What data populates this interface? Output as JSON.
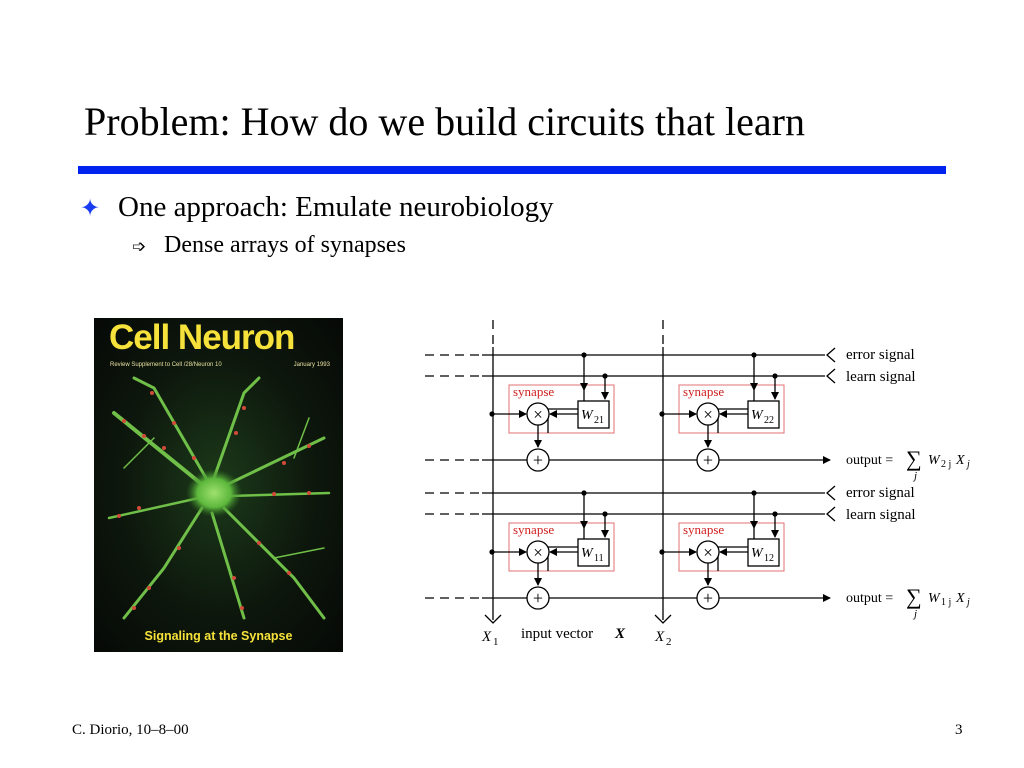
{
  "slide": {
    "title": "Problem: How do we build circuits that learn",
    "bullets": [
      {
        "text": "One approach: Emulate neurobiology",
        "sub": [
          {
            "text": "Dense arrays of synapses"
          }
        ]
      }
    ],
    "footer_left": "C. Diorio, 10–8–00",
    "page_number": "3"
  },
  "colors": {
    "rule": "#0022ee",
    "bullet": "#1a3cf0",
    "synapse_box": "#e03030",
    "cover_title": "#f6e23a"
  },
  "cover": {
    "title": "Cell  Neuron",
    "subtitle_left": "Review Supplement to Cell /28/Neuron 10",
    "subtitle_right": "January 1993",
    "footer": "Signaling at the Synapse"
  },
  "diagram": {
    "synapse_label": "synapse",
    "weights": [
      {
        "main": "W",
        "sub": "21"
      },
      {
        "main": "W",
        "sub": "22"
      },
      {
        "main": "W",
        "sub": "11"
      },
      {
        "main": "W",
        "sub": "12"
      }
    ],
    "multiply_symbol": "×",
    "add_symbol": "+",
    "error_signal_label": "error signal",
    "learn_signal_label": "learn signal",
    "outputs": [
      {
        "prefix": "output =",
        "sum": "∑",
        "index": "j",
        "weight": "W",
        "weight_sub": "2 j",
        "input": "X",
        "input_sub": "j"
      },
      {
        "prefix": "output =",
        "sum": "∑",
        "index": "j",
        "weight": "W",
        "weight_sub": "1 j",
        "input": "X",
        "input_sub": "j"
      }
    ],
    "inputs": [
      {
        "main": "X",
        "sub": "1"
      },
      {
        "main": "X",
        "sub": "2"
      }
    ],
    "input_vector_label": "input vector",
    "input_vector_symbol": "X"
  }
}
